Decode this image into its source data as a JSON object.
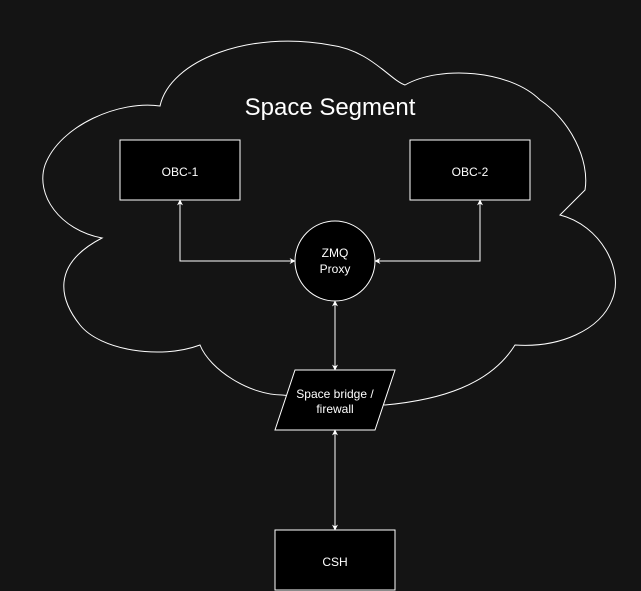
{
  "diagram": {
    "title": "Space Segment",
    "nodes": {
      "obc1": {
        "label": "OBC-1"
      },
      "obc2": {
        "label": "OBC-2"
      },
      "zmq": {
        "line1": "ZMQ",
        "line2": "Proxy"
      },
      "bridge": {
        "line1": "Space bridge /",
        "line2": "firewall"
      },
      "csh": {
        "label": "CSH"
      }
    },
    "colors": {
      "background": "#141414",
      "node_fill": "#000000",
      "stroke": "#ffffff",
      "text": "#ffffff"
    }
  }
}
